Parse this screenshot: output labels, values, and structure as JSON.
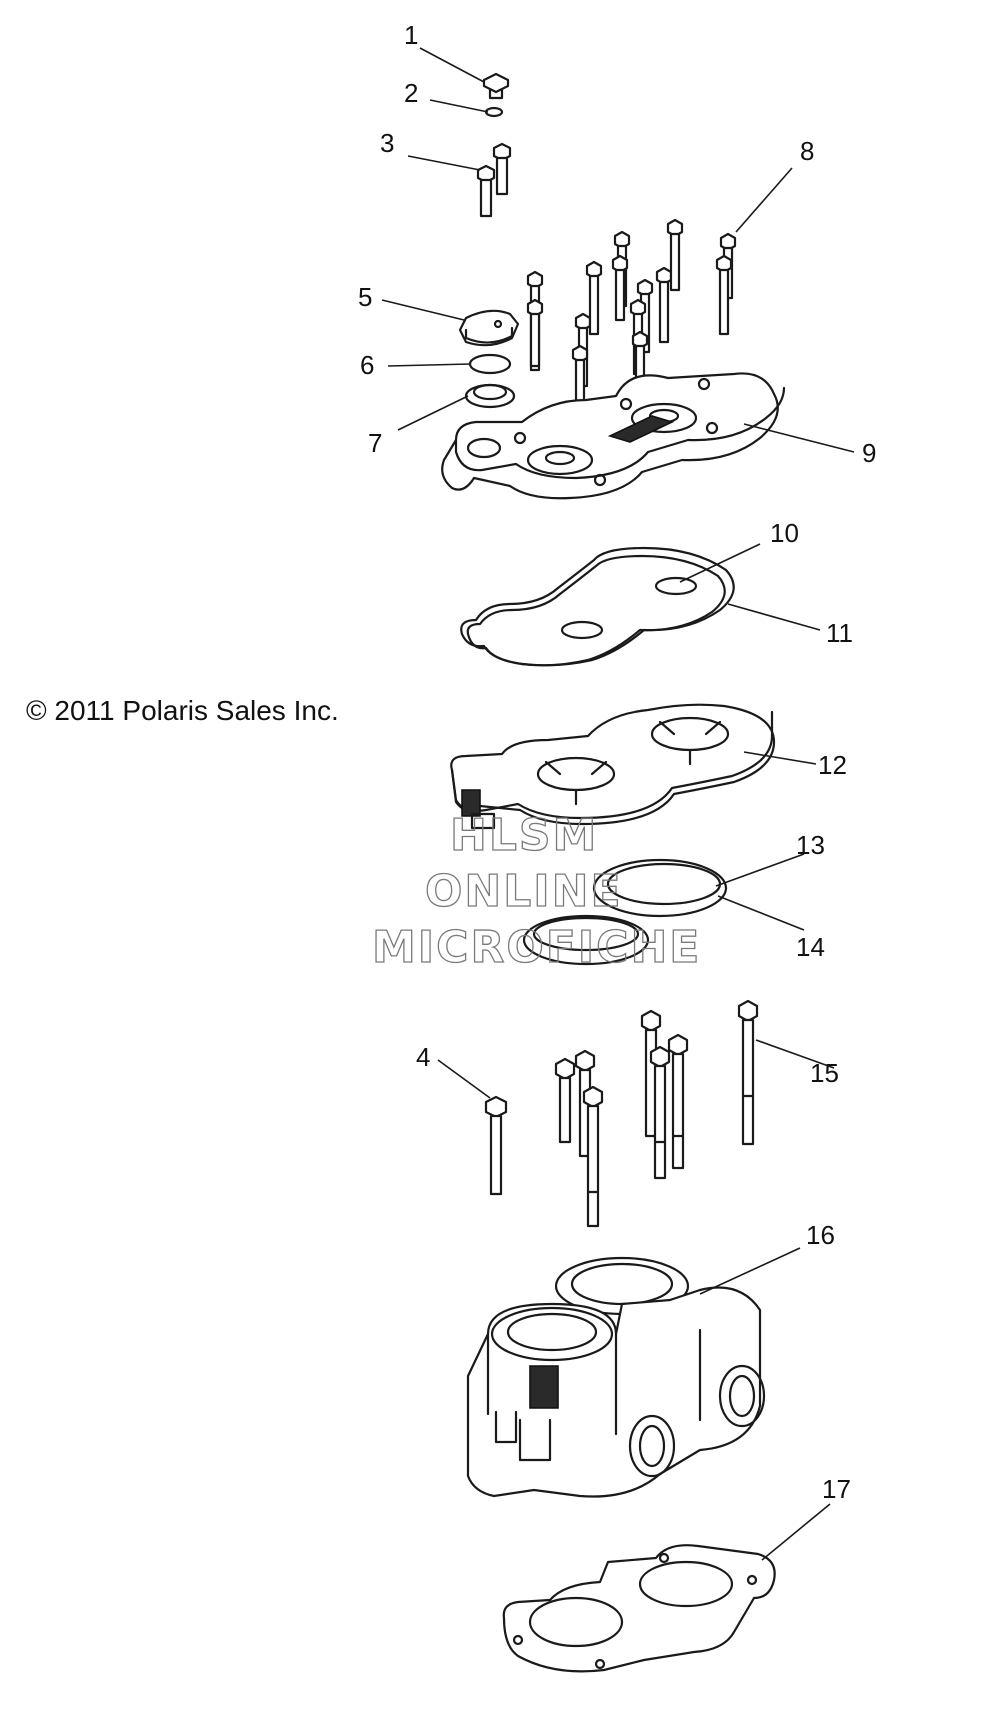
{
  "copyright": "© 2011 Polaris Sales Inc.",
  "watermark": [
    "HLSM",
    "ONLINE",
    "MICROFICHE"
  ],
  "callouts": [
    {
      "number": "1"
    },
    {
      "number": "2"
    },
    {
      "number": "3"
    },
    {
      "number": "4"
    },
    {
      "number": "5"
    },
    {
      "number": "6"
    },
    {
      "number": "7"
    },
    {
      "number": "8"
    },
    {
      "number": "9"
    },
    {
      "number": "10"
    },
    {
      "number": "11"
    },
    {
      "number": "12"
    },
    {
      "number": "13"
    },
    {
      "number": "14"
    },
    {
      "number": "15"
    },
    {
      "number": "16"
    },
    {
      "number": "17"
    }
  ]
}
